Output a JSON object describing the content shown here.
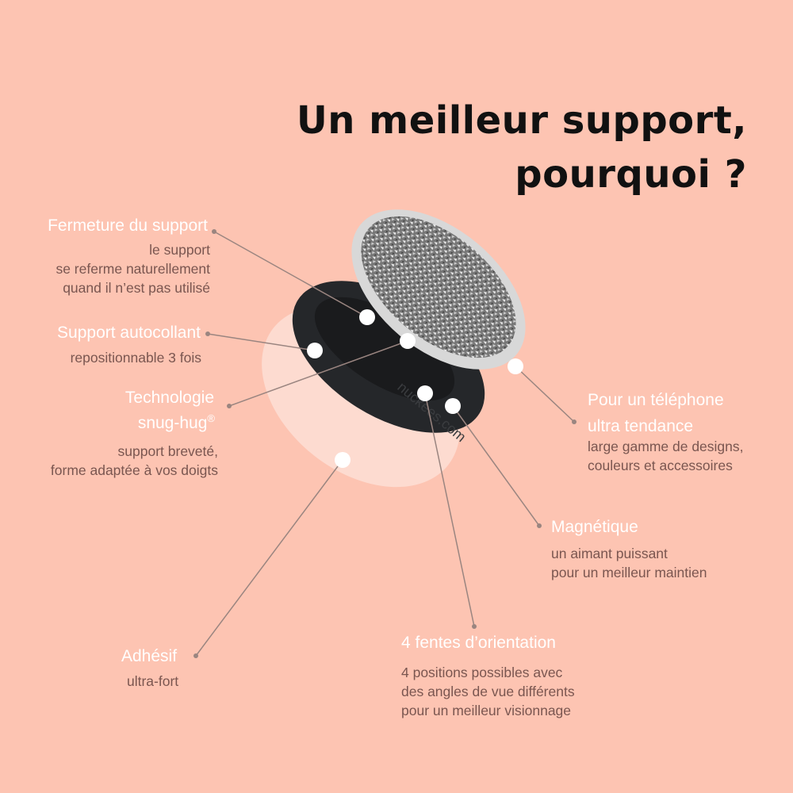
{
  "title": {
    "line1": "Un meilleur support,",
    "line2": "pourquoi ?"
  },
  "product_logo_text": "nuckees.com",
  "features": {
    "closure": {
      "title": "Fermeture du support",
      "desc": [
        "le support",
        "se referme naturellement",
        "quand il n’est pas utilisé"
      ]
    },
    "adhesive_support": {
      "title": "Support autocollant",
      "desc": [
        "repositionnable 3 fois"
      ]
    },
    "snug_hug": {
      "title1": "Technologie",
      "title2": "snug-hug",
      "reg": "®",
      "desc": [
        "support breveté,",
        "forme adaptée à vos doigts"
      ]
    },
    "phone": {
      "title1": "Pour un téléphone",
      "title2": "ultra tendance",
      "desc": [
        "large gamme de designs,",
        "couleurs et accessoires"
      ]
    },
    "magnetic": {
      "title": "Magnétique",
      "desc": [
        "un aimant puissant",
        "pour un meilleur maintien"
      ]
    },
    "slots": {
      "title": "4 fentes d’orientation",
      "desc": [
        "4 positions possibles avec",
        "des angles de vue différents",
        "pour un meilleur visionnage"
      ]
    },
    "adhesive": {
      "title": "Adhésif",
      "desc": [
        "ultra-fort"
      ]
    }
  },
  "colors": {
    "background": "#fdc4b2",
    "label": "#ffffff",
    "description": "#7a5650",
    "title": "#111111"
  }
}
